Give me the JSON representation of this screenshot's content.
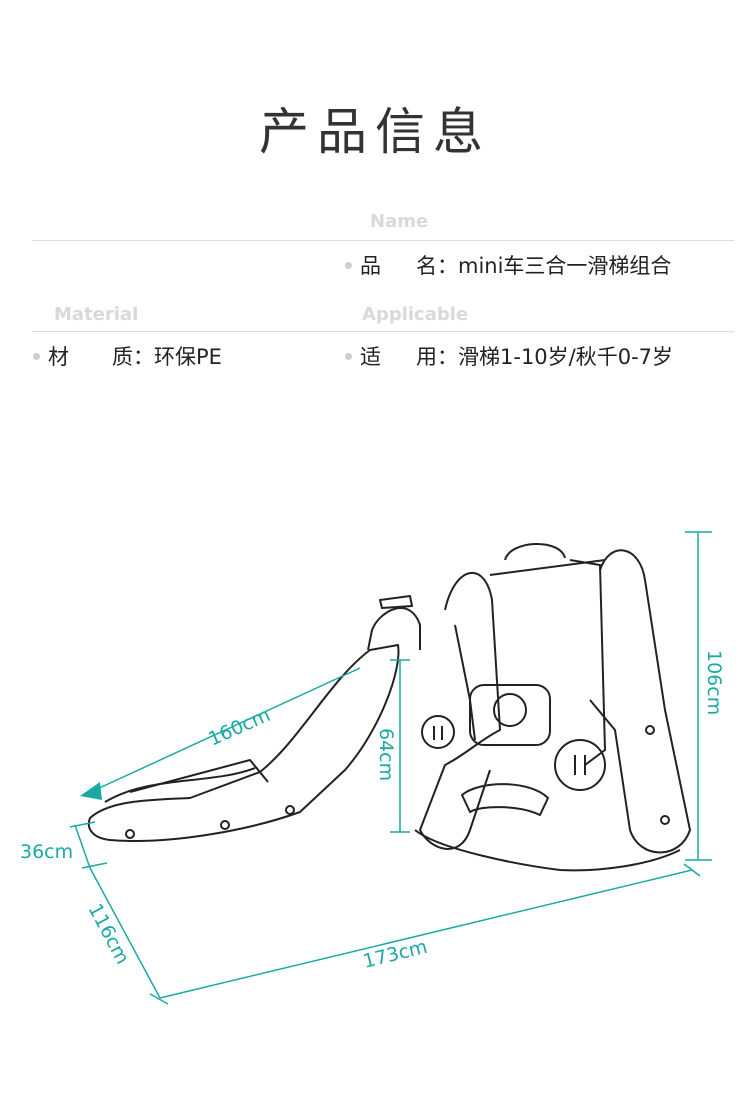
{
  "title": "产品信息",
  "fields": {
    "name": {
      "en": "Name",
      "k1": "品",
      "k2": "名：",
      "value": "mini车三合一滑梯组合"
    },
    "material": {
      "en": "Material",
      "k1": "材",
      "k2": "质：",
      "value": "环保PE"
    },
    "applicable": {
      "en": "Applicable",
      "k1": "适",
      "k2": "用：",
      "value": "滑梯1-10岁/秋千0-7岁"
    }
  },
  "dimensions": {
    "height": "106cm",
    "slide_length": "160cm",
    "slide_height": "64cm",
    "width_short": "36cm",
    "depth": "116cm",
    "length": "173cm"
  },
  "colors": {
    "accent": "#1aa9a3",
    "line": "#dcdcdc"
  }
}
